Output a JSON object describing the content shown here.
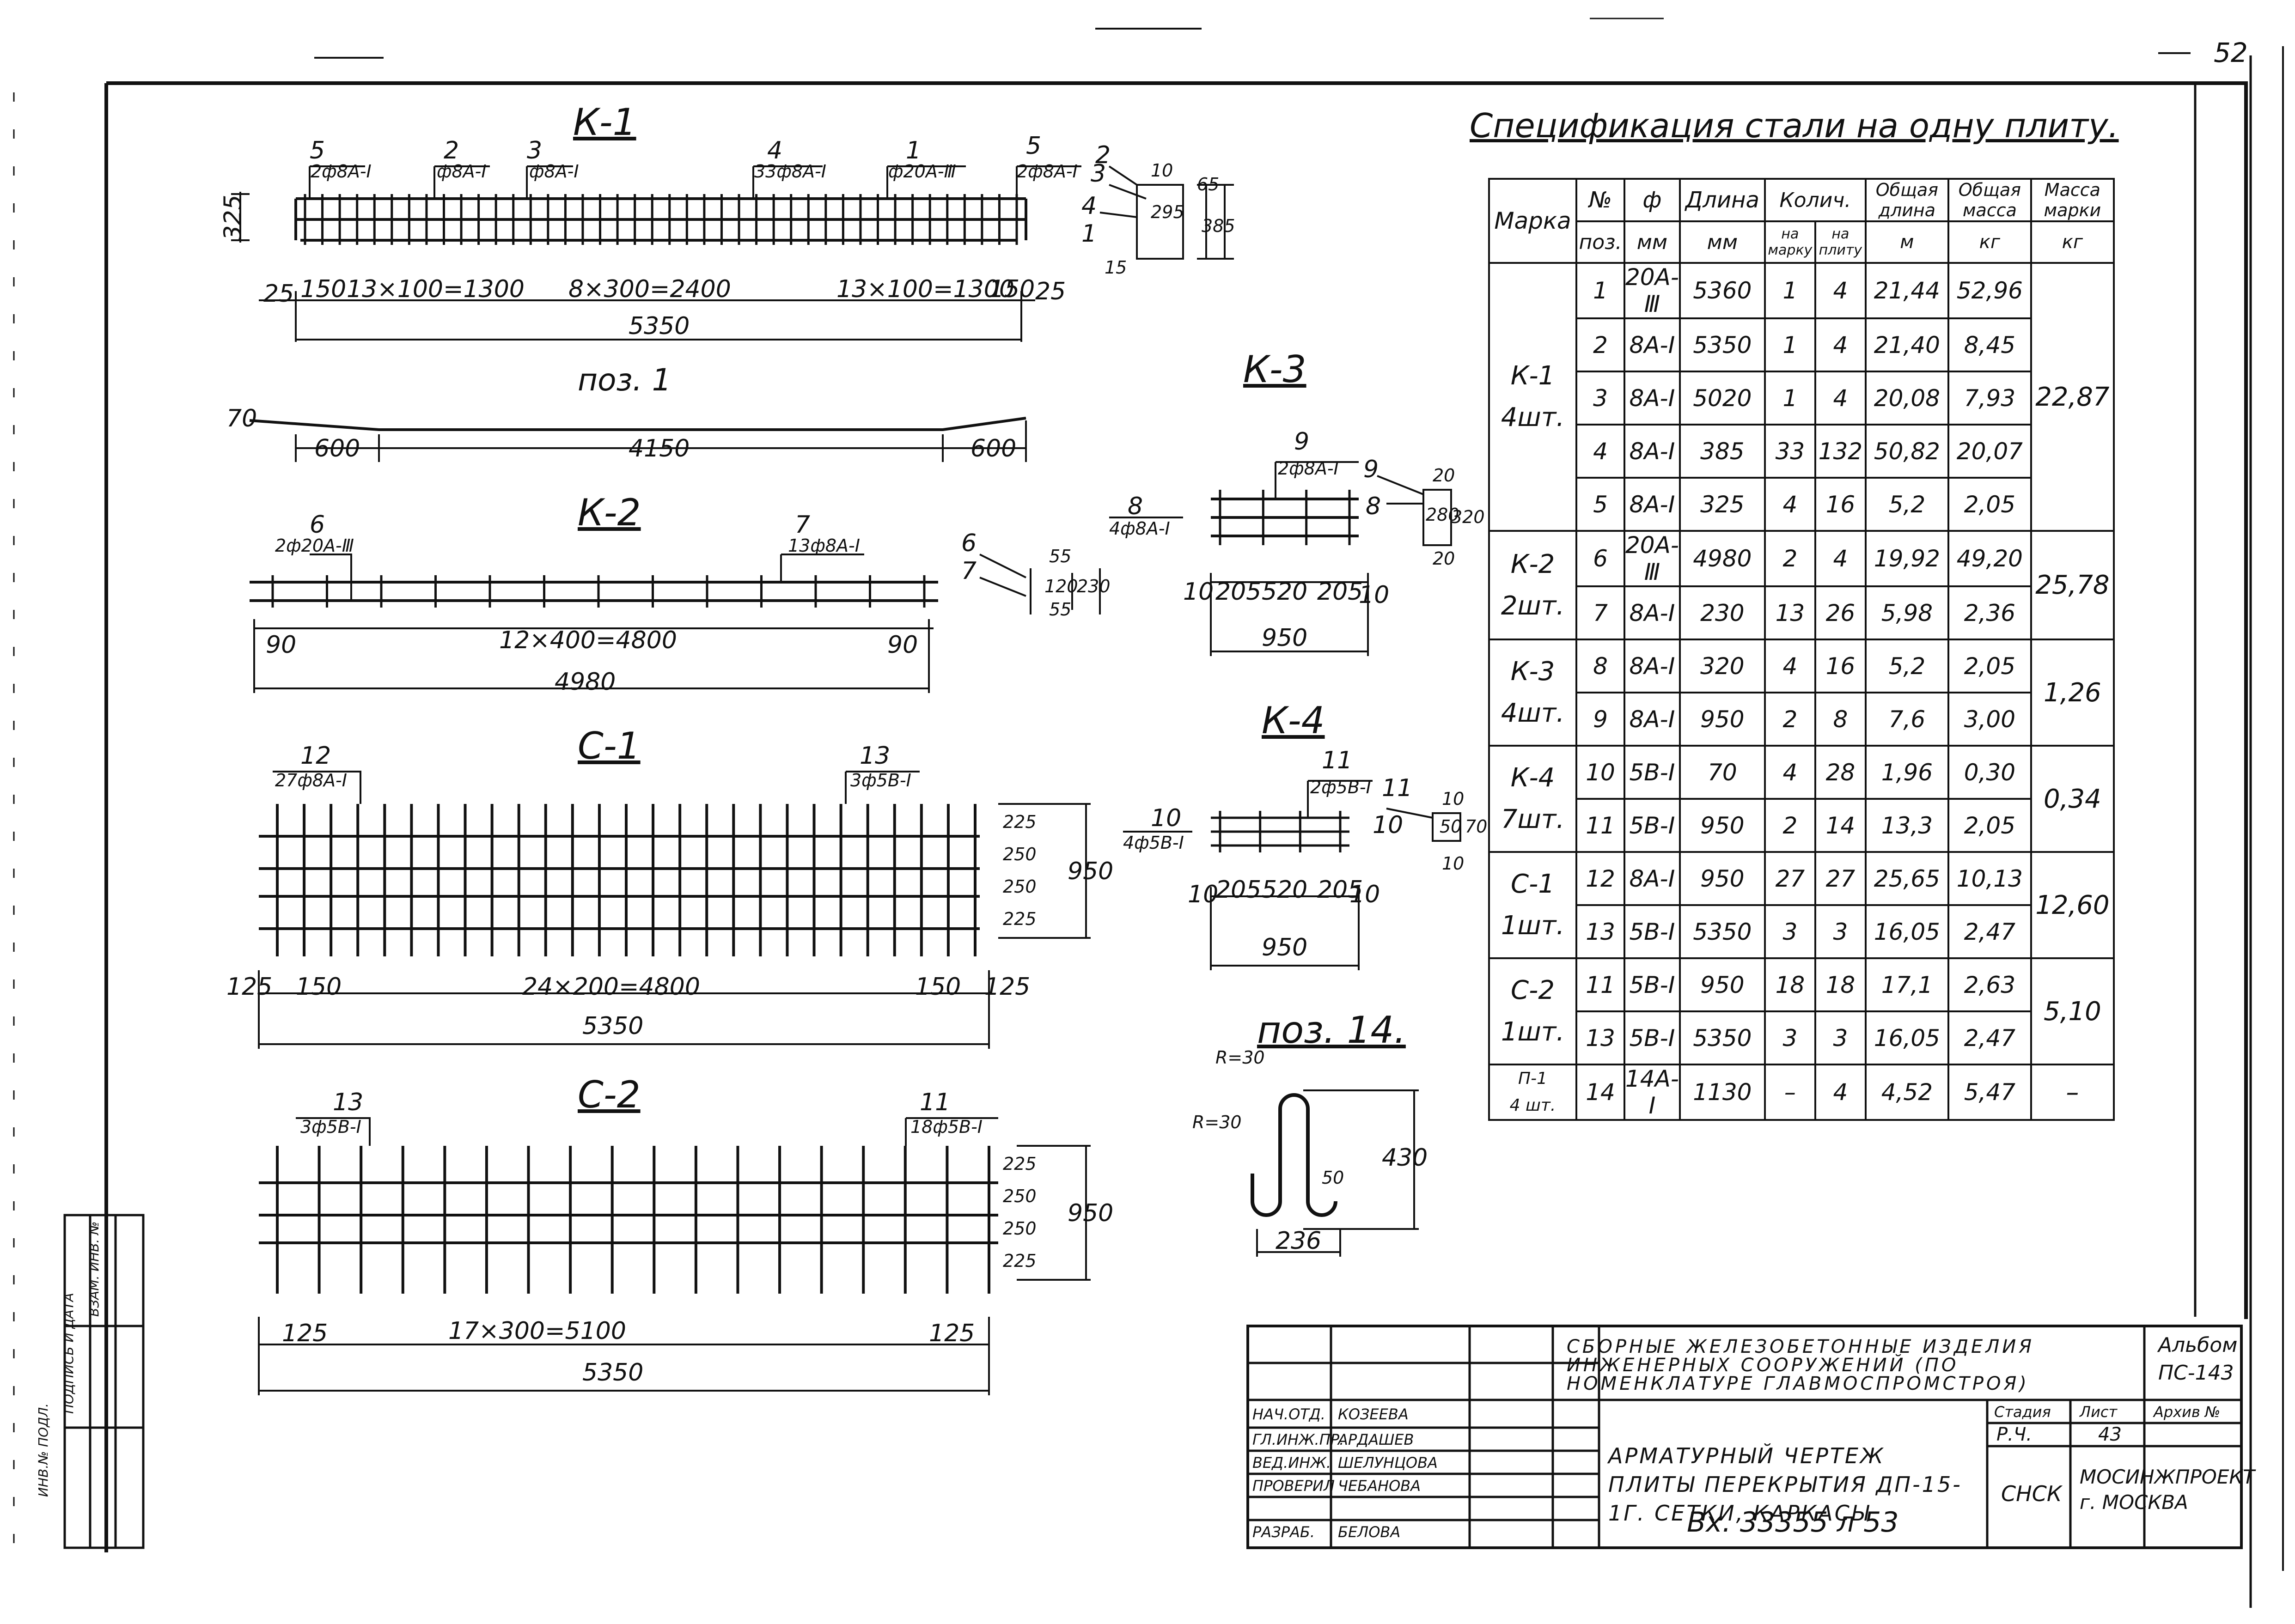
{
  "sheet_number": "52",
  "spec": {
    "title": "Спецификация   стали на одну плиту.",
    "headers": {
      "marka": "Марка",
      "pos_top": "№",
      "pos_bot": "поз.",
      "diam_top": "ф",
      "diam_bot": "мм",
      "len_top": "Длина",
      "len_bot": "мм",
      "qty": "Колич.",
      "qty_a": "на марку",
      "qty_b": "на плиту",
      "tot_len_top": "Общая длина",
      "tot_len_bot": "м",
      "tot_mass_top": "Общая масса",
      "tot_mass_bot": "кг",
      "mark_mass_top": "Масса марки",
      "mark_mass_bot": "кг"
    },
    "groups": [
      {
        "mark": "К-1",
        "count": "4шт.",
        "mass": "22,87",
        "rows": [
          [
            "1",
            "20А-Ⅲ",
            "5360",
            "1",
            "4",
            "21,44",
            "52,96"
          ],
          [
            "2",
            "8А-Ⅰ",
            "5350",
            "1",
            "4",
            "21,40",
            "8,45"
          ],
          [
            "3",
            "8А-Ⅰ",
            "5020",
            "1",
            "4",
            "20,08",
            "7,93"
          ],
          [
            "4",
            "8А-Ⅰ",
            "385",
            "33",
            "132",
            "50,82",
            "20,07"
          ],
          [
            "5",
            "8А-Ⅰ",
            "325",
            "4",
            "16",
            "5,2",
            "2,05"
          ]
        ]
      },
      {
        "mark": "К-2",
        "count": "2шт.",
        "mass": "25,78",
        "rows": [
          [
            "6",
            "20А-Ⅲ",
            "4980",
            "2",
            "4",
            "19,92",
            "49,20"
          ],
          [
            "7",
            "8А-Ⅰ",
            "230",
            "13",
            "26",
            "5,98",
            "2,36"
          ]
        ]
      },
      {
        "mark": "К-3",
        "count": "4шт.",
        "mass": "1,26",
        "rows": [
          [
            "8",
            "8А-Ⅰ",
            "320",
            "4",
            "16",
            "5,2",
            "2,05"
          ],
          [
            "9",
            "8А-Ⅰ",
            "950",
            "2",
            "8",
            "7,6",
            "3,00"
          ]
        ]
      },
      {
        "mark": "К-4",
        "count": "7шт.",
        "mass": "0,34",
        "rows": [
          [
            "10",
            "5В-Ⅰ",
            "70",
            "4",
            "28",
            "1,96",
            "0,30"
          ],
          [
            "11",
            "5В-Ⅰ",
            "950",
            "2",
            "14",
            "13,3",
            "2,05"
          ]
        ]
      },
      {
        "mark": "С-1",
        "count": "1шт.",
        "mass": "12,60",
        "rows": [
          [
            "12",
            "8А-Ⅰ",
            "950",
            "27",
            "27",
            "25,65",
            "10,13"
          ],
          [
            "13",
            "5В-Ⅰ",
            "5350",
            "3",
            "3",
            "16,05",
            "2,47"
          ]
        ]
      },
      {
        "mark": "С-2",
        "count": "1шт.",
        "mass": "5,10",
        "rows": [
          [
            "11",
            "5В-Ⅰ",
            "950",
            "18",
            "18",
            "17,1",
            "2,63"
          ],
          [
            "13",
            "5В-Ⅰ",
            "5350",
            "3",
            "3",
            "16,05",
            "2,47"
          ]
        ]
      },
      {
        "mark": "П-1",
        "count": "4 шт.",
        "mass": "–",
        "rows": [
          [
            "14",
            "14А-Ⅰ",
            "1130",
            "–",
            "4",
            "4,52",
            "5,47"
          ]
        ]
      }
    ]
  },
  "drawings": {
    "k1": {
      "title": "К-1",
      "callouts": [
        "5",
        "2ф8А-Ⅰ",
        "2",
        "ф8А-Ⅰ",
        "3",
        "ф8А-Ⅰ",
        "4",
        "33ф8А-Ⅰ",
        "1",
        "ф20А-Ⅲ",
        "5",
        "2ф8А-Ⅰ"
      ],
      "dims": [
        "25",
        "150",
        "13×100=1300",
        "8×300=2400",
        "13×100=1300",
        "150",
        "25",
        "5350"
      ],
      "left": "325",
      "section": [
        "2",
        "3",
        "4",
        "1",
        "10",
        "65",
        "295",
        "385",
        "15"
      ]
    },
    "pos1": {
      "title": "поз. 1",
      "dims": [
        "70",
        "600",
        "4150",
        "600"
      ]
    },
    "k2": {
      "title": "К-2",
      "callouts": [
        "6",
        "2ф20А-Ⅲ",
        "7",
        "13ф8А-Ⅰ"
      ],
      "dims": [
        "90",
        "12×400=4800",
        "90",
        "4980"
      ],
      "section": [
        "6",
        "7",
        "55",
        "120",
        "55",
        "230"
      ]
    },
    "k3": {
      "title": "К-3",
      "callouts": [
        "9",
        "2ф8А-Ⅰ",
        "8",
        "4ф8А-Ⅰ"
      ],
      "dims": [
        "10",
        "205",
        "520",
        "205",
        "10",
        "950"
      ],
      "section": [
        "9",
        "8",
        "20",
        "280",
        "320",
        "20"
      ]
    },
    "k4": {
      "title": "К-4",
      "callouts": [
        "11",
        "2ф5В-Ⅰ",
        "10",
        "4ф5В-Ⅰ"
      ],
      "dims": [
        "10",
        "205",
        "520",
        "205",
        "10",
        "950"
      ],
      "section": [
        "11",
        "10",
        "10",
        "50",
        "70",
        "10"
      ]
    },
    "c1": {
      "title": "С-1",
      "callouts": [
        "12",
        "27ф8А-Ⅰ",
        "13",
        "3ф5В-Ⅰ"
      ],
      "dims": [
        "125",
        "150",
        "24×200=4800",
        "150",
        "125",
        "5350"
      ],
      "side": [
        "225",
        "250",
        "250",
        "225",
        "950"
      ]
    },
    "c2": {
      "title": "С-2",
      "callouts": [
        "13",
        "3ф5В-Ⅰ",
        "11",
        "18ф5В-Ⅰ"
      ],
      "dims": [
        "125",
        "17×300=5100",
        "125",
        "5350"
      ],
      "side": [
        "225",
        "250",
        "250",
        "225",
        "950"
      ]
    },
    "pos14": {
      "title": "поз. 14.",
      "dims": [
        "R=30",
        "R=30",
        "430",
        "50",
        "236"
      ]
    }
  },
  "stamp": {
    "org_title": "СБОРНЫЕ ЖЕЛЕЗОБЕТОННЫЕ ИЗДЕЛИЯ ИНЖЕНЕРНЫХ СООРУЖЕНИЙ (ПО НОМЕНКЛАТУРЕ ГЛАВМОСПРОМСТРОЯ)",
    "album": "Альбом",
    "album_no": "ПС-143",
    "stage_h": "Стадия",
    "sheet_h": "Лист",
    "archive_h": "Архив №",
    "stage": "Р.Ч.",
    "sheet": "43",
    "archive": "",
    "drawing_title": "АРМАТУРНЫЙ ЧЕРТЕЖ ПЛИТЫ ПЕРЕКРЫТИЯ ДП-15-1Г. СЕТКИ, КАРКАСЫ",
    "drawing_no": "Вх. 33355 л 53",
    "code": "СНСК",
    "org": "МОСИНЖПРОЕКТ г. МОСКВА",
    "roles": [
      "НАЧ.ОТД.",
      "ГЛ.ИНЖ.ПР.",
      "ВЕД.ИНЖ.",
      "ПРОВЕРИЛ",
      "РАЗРАБ."
    ],
    "names": [
      "КОЗЕЕВА",
      "АРДАШЕВ",
      "ШЕЛУНЦОВА",
      "ЧЕБАНОВА",
      "БЕЛОВА"
    ],
    "left_strip": [
      "ИНВ.№ ПОДЛ.",
      "ПОДПИСЬ И ДАТА",
      "ВЗАМ. ИНВ. №"
    ]
  }
}
